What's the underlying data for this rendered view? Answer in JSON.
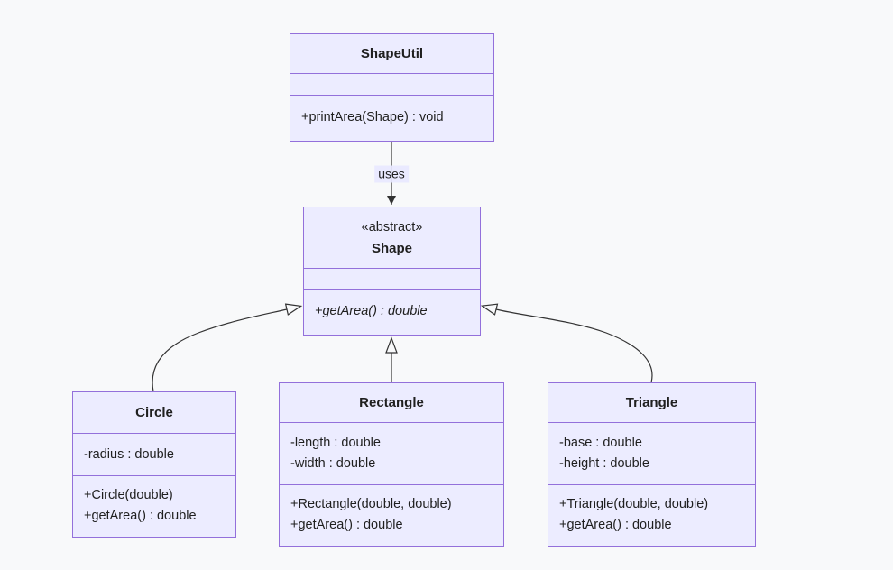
{
  "diagram": {
    "type": "uml-class-diagram",
    "colors": {
      "background": "#f8f9fa",
      "node_fill": "#ECECFF",
      "node_border": "#9370DB",
      "edge_stroke": "#333333",
      "text": "#1f1f1f"
    },
    "classes": [
      {
        "name": "ShapeUtil",
        "stereotype": "",
        "attributes": [],
        "methods": [
          "+printArea(Shape) : void"
        ]
      },
      {
        "name": "Shape",
        "stereotype": "«abstract»",
        "attributes": [],
        "methods": [
          "+getArea() : double"
        ]
      },
      {
        "name": "Circle",
        "stereotype": "",
        "attributes": [
          "-radius : double"
        ],
        "methods": [
          "+Circle(double)",
          "+getArea() : double"
        ]
      },
      {
        "name": "Rectangle",
        "stereotype": "",
        "attributes": [
          "-length : double",
          "-width : double"
        ],
        "methods": [
          "+Rectangle(double, double)",
          "+getArea() : double"
        ]
      },
      {
        "name": "Triangle",
        "stereotype": "",
        "attributes": [
          "-base : double",
          "-height : double"
        ],
        "methods": [
          "+Triangle(double, double)",
          "+getArea() : double"
        ]
      }
    ],
    "relationships": [
      {
        "from": "ShapeUtil",
        "to": "Shape",
        "type": "dependency",
        "label": "uses"
      },
      {
        "from": "Circle",
        "to": "Shape",
        "type": "inheritance",
        "label": ""
      },
      {
        "from": "Rectangle",
        "to": "Shape",
        "type": "inheritance",
        "label": ""
      },
      {
        "from": "Triangle",
        "to": "Shape",
        "type": "inheritance",
        "label": ""
      }
    ]
  }
}
